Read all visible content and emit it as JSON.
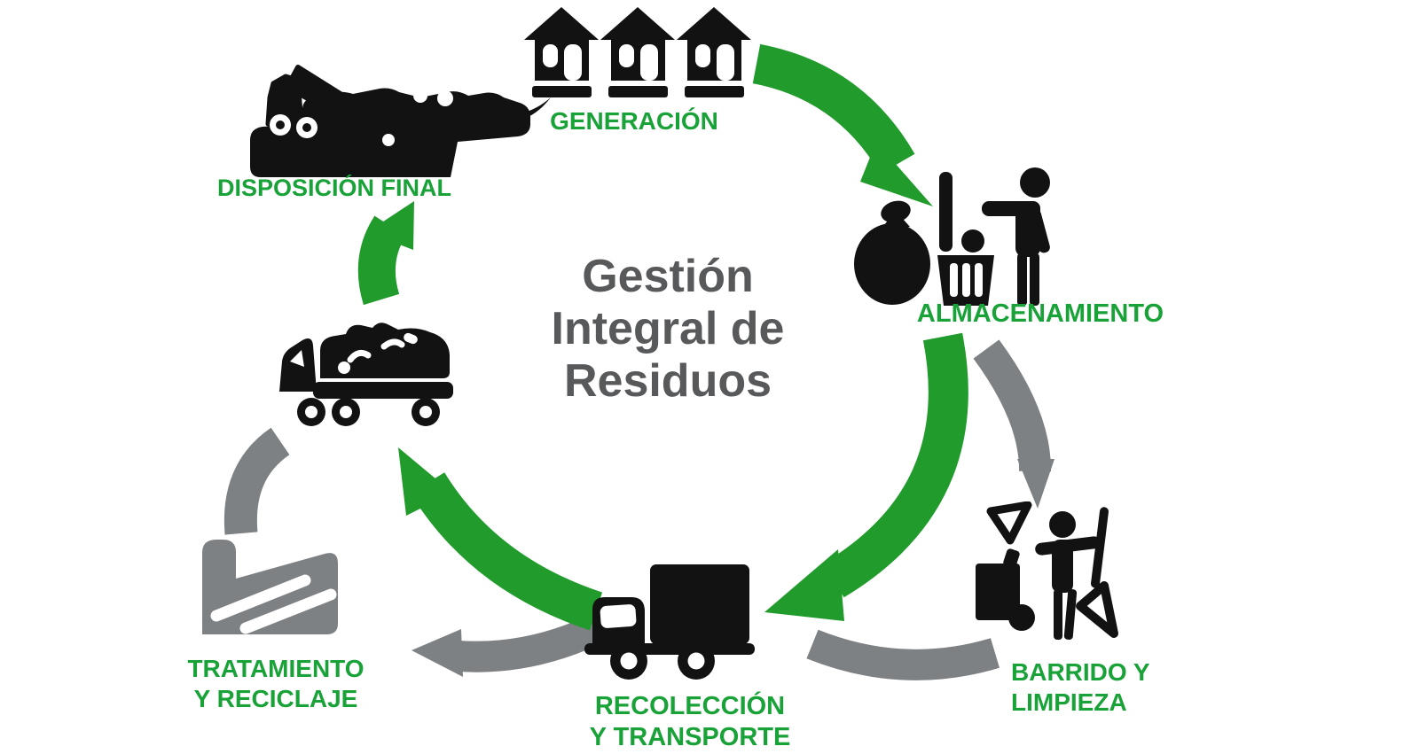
{
  "center_title": {
    "text": "Gestión Integral de Residuos",
    "lines": [
      "Gestión",
      "Integral de",
      "Residuos"
    ]
  },
  "stages": {
    "generacion": {
      "label": "GENERACIÓN",
      "icon": "houses-icon"
    },
    "almacenamiento": {
      "label": "ALMACENAMIENTO",
      "icon": "waste-bag-bin-person-icon"
    },
    "barrido": {
      "label_line1": "BARRIDO Y",
      "label_line2": "LIMPIEZA",
      "icon": "street-sweeping-icon"
    },
    "recoleccion": {
      "label_line1": "RECOLECCIÓN",
      "label_line2": "Y TRANSPORTE",
      "icon": "collection-truck-icon"
    },
    "tratamiento": {
      "label_line1": "TRATAMIENTO",
      "label_line2": "Y RECICLAJE",
      "icon": "treatment-plant-icon"
    },
    "disposicion": {
      "label": "DISPOSICIÓN FINAL",
      "icon": "landfill-dump-truck-icon"
    }
  },
  "cycle_arrows": [
    {
      "from": "generacion",
      "to": "almacenamiento",
      "color": "green"
    },
    {
      "from": "almacenamiento",
      "to": "barrido",
      "color": "gray"
    },
    {
      "from": "almacenamiento",
      "to": "recoleccion",
      "color": "green"
    },
    {
      "from": "barrido",
      "to": "recoleccion",
      "color": "gray"
    },
    {
      "from": "recoleccion",
      "to": "tratamiento",
      "color": "gray"
    },
    {
      "from": "recoleccion",
      "to": "transfer-truck",
      "color": "green"
    },
    {
      "from": "tratamiento",
      "to": "transfer-truck",
      "color": "gray"
    },
    {
      "from": "transfer-truck",
      "to": "disposicion",
      "color": "green"
    }
  ],
  "colors": {
    "arc_green": "#209b2c",
    "label_green": "#18a238",
    "arc_gray": "#7e8184",
    "icon_black": "#121212",
    "title_gray": "#58595b",
    "background": "#ffffff"
  }
}
